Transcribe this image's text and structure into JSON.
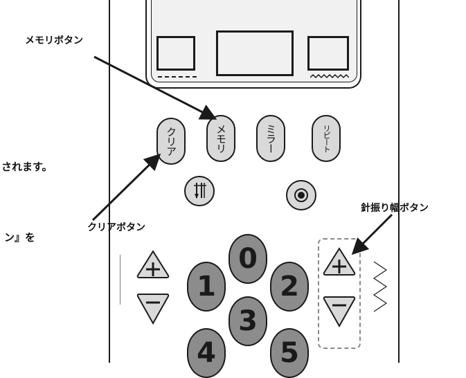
{
  "labels": {
    "memory_button": "メモリボタン",
    "clear_button": "クリアボタン",
    "width_button": "針振り幅ボタン"
  },
  "side_text": {
    "line1": "されます。",
    "line2": "ン』を"
  },
  "buttons": {
    "clear": "クリア",
    "memory": "メモリ",
    "mirror": "ミラー",
    "repeat": "リピート"
  },
  "numbers": [
    "0",
    "1",
    "2",
    "3",
    "4",
    "5"
  ],
  "colors": {
    "outline": "#1a1a1a",
    "button_light": "#d9d9d9",
    "number_key": "#8c8c8c"
  }
}
